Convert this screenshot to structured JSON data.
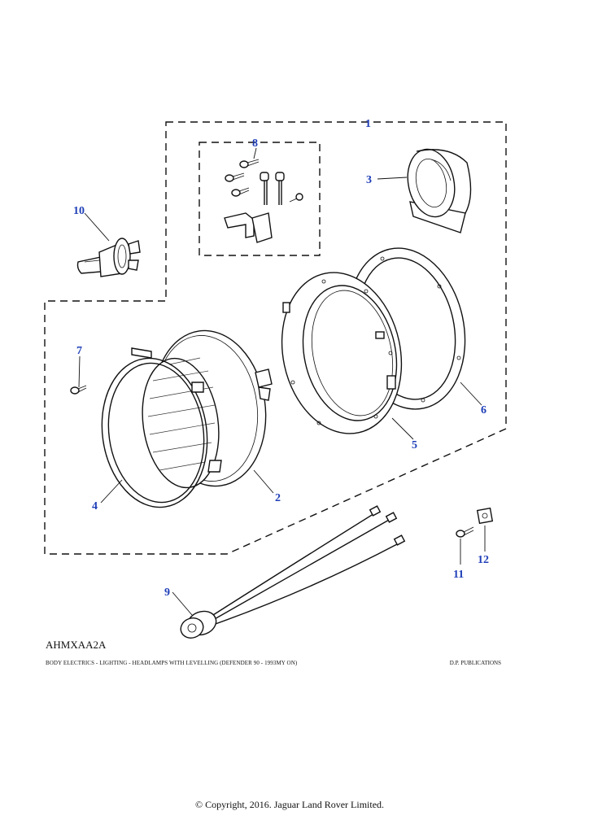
{
  "diagram": {
    "reference_code": "AHMXAA2A",
    "caption": "BODY ELECTRICS - LIGHTING - HEADLAMPS WITH LEVELLING (DEFENDER 90 - 1993MY ON)",
    "publisher": "D.P. PUBLICATIONS",
    "copyright": "© Copyright, 2016. Jaguar Land Rover Limited.",
    "callout_color": "#1f3fb8",
    "callouts": [
      "1",
      "2",
      "3",
      "4",
      "5",
      "6",
      "7",
      "8",
      "9",
      "10",
      "11",
      "12"
    ]
  }
}
